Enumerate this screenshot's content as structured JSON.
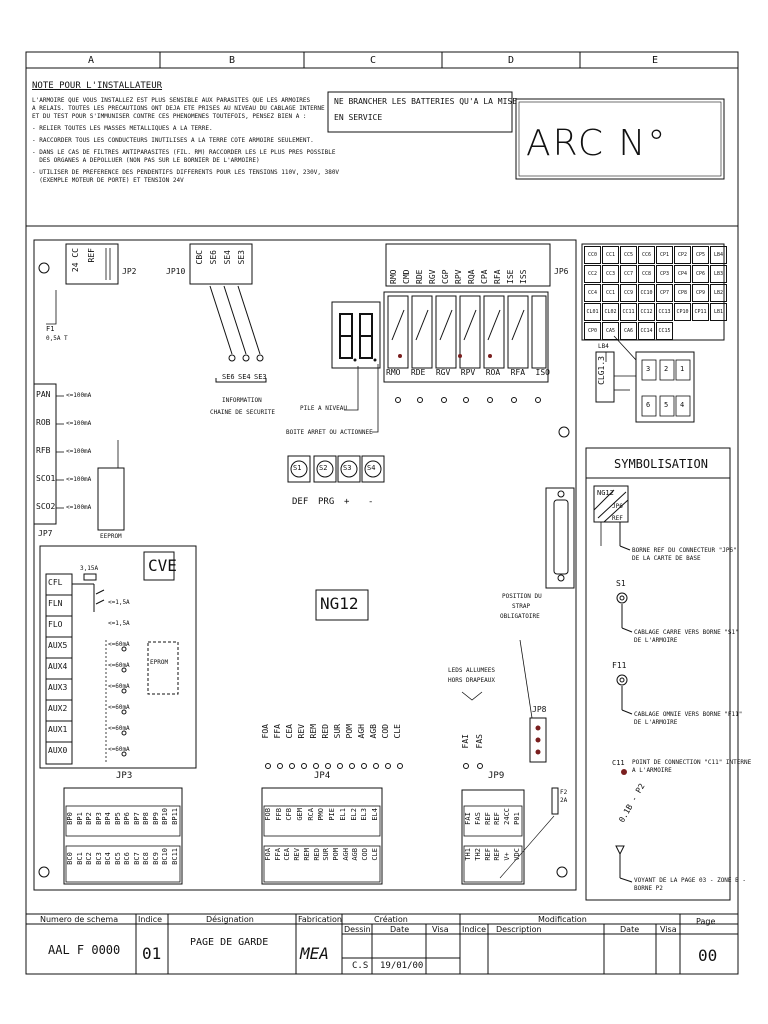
{
  "columns": [
    "A",
    "B",
    "C",
    "D",
    "E"
  ],
  "note": {
    "title": "NOTE POUR L'INSTALLATEUR",
    "lines": [
      "L'ARMOIRE QUE VOUS INSTALLEZ EST PLUS SENSIBLE AUX PARASITES QUE LES ARMOIRES",
      "A RELAIS. TOUTES LES PRECAUTIONS ONT DEJA ETE PRISES AU NIVEAU DU CABLAGE INTERNE",
      "ET DU TEST POUR S'IMMUNISER CONTRE CES PHENOMENES TOUTEFOIS, PENSEZ BIEN A :",
      "- RELIER TOUTES LES MASSES METALLIQUES A LA TERRE.",
      "- RACCORDER TOUS LES CONDUCTEURS INUTILISES A LA TERRE COTE ARMOIRE SEULEMENT.",
      "- DANS LE CAS DE FILTRES ANTIPARASITES (FIL. RM) RACCORDER LES LE PLUS PRES POSSIBLE",
      "  DES ORGANES A DEPOLLUER (NON PAS SUR LE BORNIER DE L'ARMOIRE)",
      "- UTILISER DE PREFERENCE DES PENDENTIFS DIFFERENTS POUR LES TENSIONS 110V, 230V, 380V",
      "  (EXEMPLE MOTEUR DE PORTE) ET TENSION 24V"
    ],
    "battery_warning": [
      "NE BRANCHER LES BATTERIES  QU'A LA MISE",
      "EN SERVICE"
    ],
    "arc": "ARC N°"
  },
  "board": {
    "jp2_labels": [
      "24 CC",
      "REF"
    ],
    "jp2": "JP2",
    "jp10": "JP10",
    "jp10_labels": [
      "CBC",
      "SE6",
      "SE4",
      "SE3"
    ],
    "jp6": "JP6",
    "jp6_labels": [
      "RMO",
      "CMD",
      "RDE",
      "RGV",
      "CGP",
      "RPV",
      "RQA",
      "CPA",
      "RFA",
      "ISE",
      "ISS"
    ],
    "fuse_f1": [
      "F1",
      "0,5A  T"
    ],
    "safety_labels": [
      "SE6",
      "SE4",
      "SE3"
    ],
    "safety_caption": [
      "INFORMATION",
      "CHAINE DE SECURITE"
    ],
    "pile_a_niveau": "PILE A NIVEAU",
    "boite_arret": "BOITE ARRET OU ACTIONNEE",
    "relays": [
      "RMO",
      "RDE",
      "RGV",
      "RPV",
      "ROA",
      "RFA",
      "ISO"
    ],
    "buttons": [
      "S1",
      "S2",
      "S3",
      "S4"
    ],
    "button_captions": [
      "DEF",
      "PRG",
      "+",
      "-"
    ],
    "left_outputs": [
      {
        "name": "PAN",
        "limit": "<=100mA"
      },
      {
        "name": "ROB",
        "limit": "<=100mA"
      },
      {
        "name": "RFB",
        "limit": "<=100mA"
      },
      {
        "name": "SCO1",
        "limit": "<=100mA"
      },
      {
        "name": "SCO2",
        "limit": "<=100mA"
      }
    ],
    "jp7": "JP7",
    "eeprom": "EEPROM",
    "cve": {
      "title": "CVE",
      "fuse": "3,15A",
      "outputs": [
        {
          "name": "CFL",
          "limit": ""
        },
        {
          "name": "FLN",
          "limit": "<=1,5A"
        },
        {
          "name": "FLO",
          "limit": "<=1,5A"
        },
        {
          "name": "AUX5",
          "limit": "<=60mA"
        },
        {
          "name": "AUX4",
          "limit": "<=60mA"
        },
        {
          "name": "AUX3",
          "limit": "<=60mA"
        },
        {
          "name": "AUX2",
          "limit": "<=60mA"
        },
        {
          "name": "AUX1",
          "limit": "<=60mA"
        },
        {
          "name": "AUX0",
          "limit": "<=60mA"
        }
      ],
      "eprom": "EPROM"
    },
    "ng12": "NG12",
    "mid_labels": [
      "FOA",
      "FFA",
      "CEA",
      "REV",
      "REM",
      "RED",
      "SUR",
      "POM",
      "AGH",
      "AGB",
      "COD",
      "CLE"
    ],
    "strap": [
      "POSITION DU",
      "STRAP",
      "OBLIGATOIRE"
    ],
    "leds": [
      "LEDS ALLUMEES",
      "HORS DRAPEAUX"
    ],
    "led_labels": [
      "FAI",
      "FAS"
    ],
    "jp8": "JP8",
    "jp3": "JP3",
    "jp3_top": [
      "BP0",
      "BP1",
      "BP2",
      "BP3",
      "BP4",
      "BP5",
      "BP6",
      "BP7",
      "BP8",
      "BP9",
      "BP10",
      "BP11"
    ],
    "jp3_bottom": [
      "BC0",
      "BC1",
      "BC2",
      "BC3",
      "BC4",
      "BC5",
      "BC6",
      "BC7",
      "BC8",
      "BC9",
      "BC10",
      "BC11"
    ],
    "jp4": "JP4",
    "jp4_top": [
      "FOB",
      "FFB",
      "CFB",
      "GEM",
      "RCA",
      "PMO",
      "PIE",
      "EL1",
      "EL2",
      "EL3",
      "EL4"
    ],
    "jp4_bottom": [
      "FOA",
      "FFA",
      "CEA",
      "REV",
      "REM",
      "RED",
      "SUR",
      "POM",
      "AGH",
      "AGB",
      "COD",
      "CLE"
    ],
    "jp9": "JP9",
    "jp9_top": [
      "FAI",
      "FAS",
      "REF",
      "REF",
      "24CC",
      "P01"
    ],
    "jp9_bottom": [
      "TH1",
      "TH2",
      "REF",
      "REF",
      "V+",
      "VDC"
    ],
    "fuse_f2": [
      "F2",
      "2A"
    ],
    "connector_grid": [
      [
        "CC0",
        "CC1",
        "CC5",
        "CC6",
        "CP1",
        "CP2",
        "CP5",
        "LB4"
      ],
      [
        "CC2",
        "CC3",
        "CC7",
        "CC8",
        "CP3",
        "CP4",
        "CP6",
        "LB3"
      ],
      [
        "CC4",
        "CC1",
        "CC9",
        "CC10",
        "CP7",
        "CP8",
        "CP9",
        "LB2"
      ],
      [
        "CL01",
        "CL02",
        "CC11",
        "CC12",
        "CC13",
        "CP10",
        "CP11",
        "LB1"
      ],
      [
        "CP0",
        "CA5",
        "CA6",
        "CC14",
        "CC15",
        "",
        "",
        ""
      ]
    ],
    "clg": [
      "LB4",
      "CLG1.3"
    ],
    "small_numbers": [
      "3",
      "2",
      "1",
      "6",
      "5",
      "4"
    ]
  },
  "symbolisation": {
    "title": "SYMBOLISATION",
    "ng12": "NG12",
    "jp": "JP6",
    "ref": "REF",
    "item1": [
      "BORNE REF DU CONNECTEUR \"JP6\"",
      "DE LA CARTE DE BASE"
    ],
    "s1": "S1",
    "item2": [
      "CABLAGE CARRE VERS BORNE \"S1\"",
      "DE L'ARMOIRE"
    ],
    "f11": "F11",
    "item3": [
      "CABLAGE OMNIE VERS BORNE \"F11\"",
      "DE L'ARMOIRE"
    ],
    "c11": "C11",
    "item4": [
      "POINT DE CONNECTION \"C11\" INTERNE",
      "A L'ARMOIRE"
    ],
    "arrow_label": "0.1B - P2",
    "item5": [
      "VOYANT DE LA PAGE 03 - ZONE B -",
      "BORNE P2"
    ]
  },
  "titleblock": {
    "h_schema": "Numero de schema",
    "h_indice": "Indice",
    "h_designation": "Désignation",
    "h_fabrication": "Fabrication",
    "h_creation": "Création",
    "h_dessin": "Dessin",
    "h_date": "Date",
    "h_visa": "Visa",
    "h_modification": "Modification",
    "h_indice2": "Indice",
    "h_description": "Description",
    "h_date2": "Date",
    "h_visa2": "Visa",
    "h_page": "Page",
    "schema": "AAL F 0000",
    "indice": "01",
    "designation": "PAGE DE GARDE",
    "fabrication": "MEA",
    "dessin": "C.S",
    "date": "19/01/00",
    "page": "00"
  }
}
